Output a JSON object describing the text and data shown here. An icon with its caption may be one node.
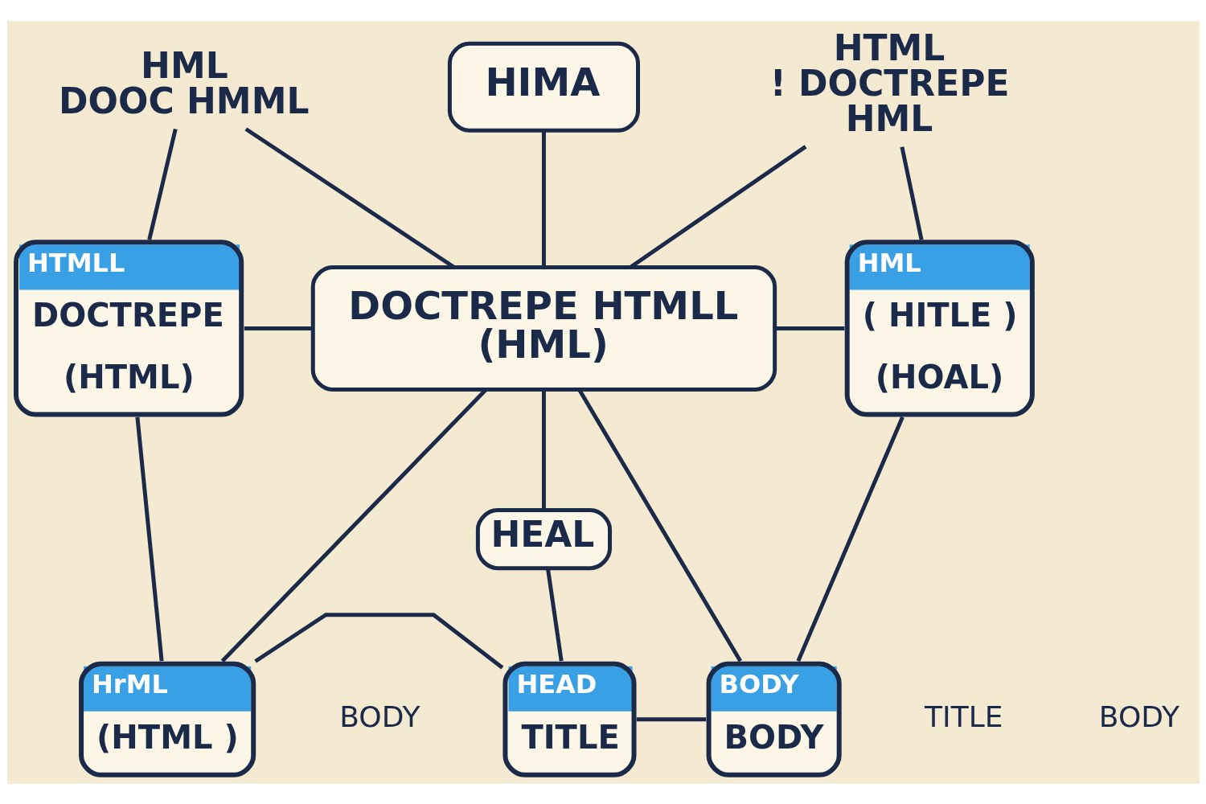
{
  "diagram": {
    "nodes": [
      {
        "text": [
          "HIMA"
        ]
      },
      {
        "text": [
          "HML",
          "DOOC HMML"
        ]
      },
      {
        "text": [
          "HTML",
          "! DOCTREPE",
          "HML"
        ]
      },
      {
        "text": [
          "HTMLL",
          "DOCTREPE",
          "(HTML)"
        ]
      },
      {
        "text": [
          "DOCTREPE HTMLL",
          "(HML)"
        ]
      },
      {
        "text": [
          "HML",
          "( HITLE )",
          "(HOAL)"
        ]
      },
      {
        "text": [
          "HEAL"
        ]
      },
      {
        "text": [
          "HrML",
          "(HTML )"
        ]
      },
      {
        "text": [
          "HEAD",
          "TITLE"
        ]
      },
      {
        "text": [
          "BODY",
          "BODY"
        ]
      }
    ],
    "edges": [
      {
        "from": 0,
        "to": 4,
        "arrow": "none"
      },
      {
        "from": 1,
        "to": 3,
        "arrow": "none"
      },
      {
        "from": 2,
        "to": 5,
        "arrow": "none"
      },
      {
        "from": 1,
        "to": 4,
        "arrow": "none"
      },
      {
        "from": 2,
        "to": 4,
        "arrow": "none"
      },
      {
        "from": 3,
        "to": 4,
        "arrow": "none"
      },
      {
        "from": 4,
        "to": 5,
        "arrow": "none"
      },
      {
        "from": 4,
        "to": 6,
        "arrow": "none"
      },
      {
        "from": 4,
        "to": 7,
        "arrow": "none"
      },
      {
        "from": 4,
        "to": 9,
        "arrow": "none"
      },
      {
        "from": 3,
        "to": 7,
        "arrow": "none"
      },
      {
        "from": 5,
        "to": 9,
        "arrow": "none"
      },
      {
        "from": 6,
        "to": 8,
        "arrow": "none"
      },
      {
        "from": 7,
        "to": 8,
        "arrow": "none"
      },
      {
        "from": 8,
        "to": 9,
        "arrow": "none"
      }
    ],
    "labels": [
      "BODY",
      "TITLE",
      "BODY"
    ]
  }
}
